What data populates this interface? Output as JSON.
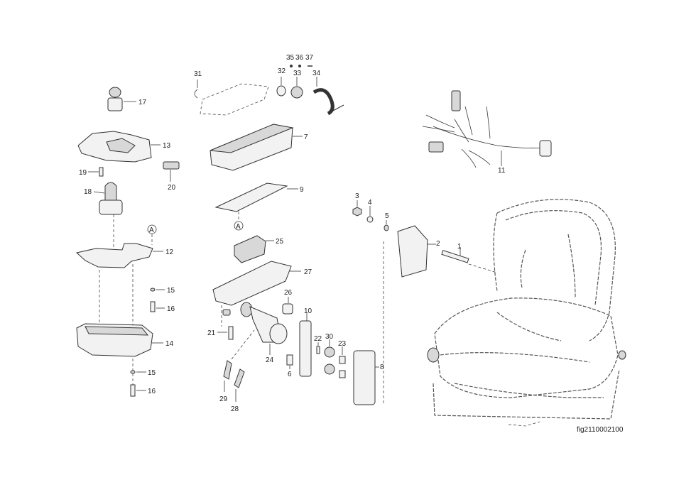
{
  "figure_id": "fig2110002100",
  "callouts": [
    "1",
    "2",
    "3",
    "4",
    "5",
    "6",
    "7",
    "8",
    "9",
    "10",
    "11",
    "12",
    "13",
    "14",
    "15",
    "15",
    "16",
    "16",
    "17",
    "18",
    "19",
    "20",
    "21",
    "22",
    "23",
    "24",
    "25",
    "26",
    "27",
    "28",
    "29",
    "30",
    "31",
    "32",
    "33",
    "34",
    "35",
    "36",
    "37"
  ],
  "reference_marks": [
    "A",
    "A"
  ],
  "colors": {
    "line": "#333333",
    "part_fill": "#f2f2f2",
    "part_shade": "#d8d8d8",
    "background": "#ffffff"
  }
}
